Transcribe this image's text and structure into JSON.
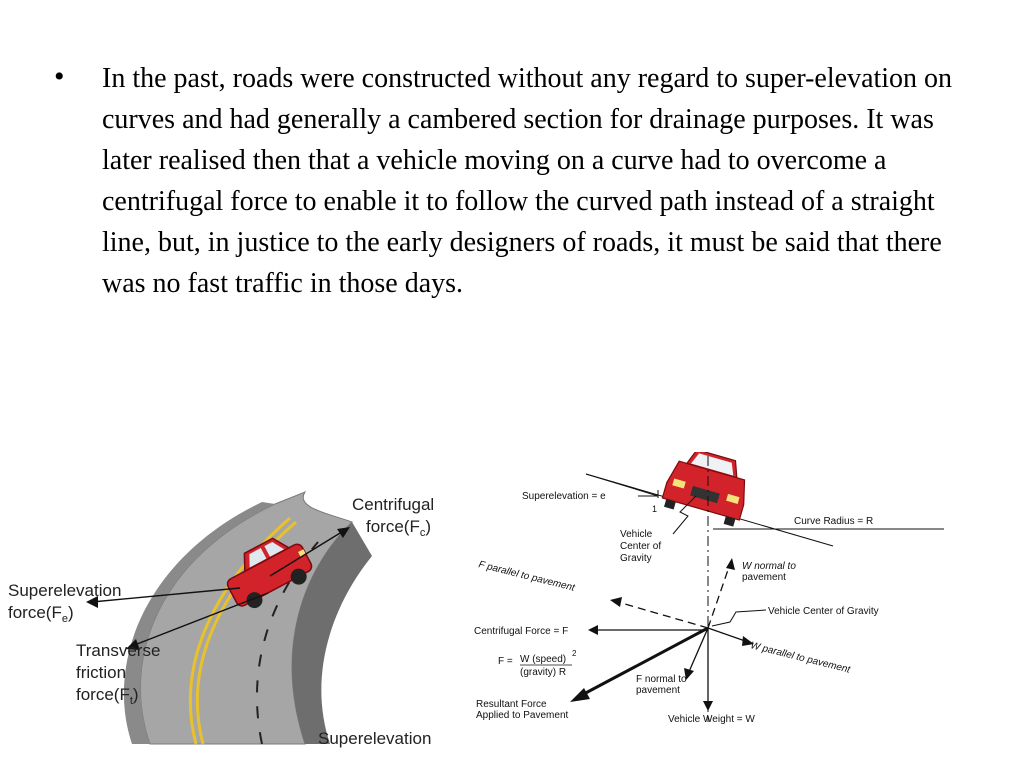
{
  "slide": {
    "bullet_symbol": "•",
    "bullet_text": "In the past, roads were constructed without any regard to super-elevation on curves and had generally a cambered section for drainage purposes. It was later realised then that a vehicle moving on a curve had to overcome a centrifugal force to enable it to follow the curved path instead of a straight line, but, in justice to the early designers of roads, it must be said that there was no fast traffic in those days."
  },
  "left_figure": {
    "centrifugal_label": "Centrifugal",
    "centrifugal_label_2": "force(F",
    "centrifugal_sub": "c",
    "superelevation_force_label": "Superelevation",
    "superelevation_force_label_2": "force(F",
    "superelevation_force_sub": "e",
    "friction_label_1": "Transverse",
    "friction_label_2": "friction",
    "friction_label_3": "force(F",
    "friction_sub": "t",
    "superelevation_bottom": "Superelevation",
    "colors": {
      "road": "#a6a6a6",
      "road_edge": "#6e6e6e",
      "lane_line": "#e8c22a",
      "car": "#d2232a"
    }
  },
  "right_figure": {
    "superelevation_label": "Superelevation = e",
    "one_label": "1",
    "curve_radius_label": "Curve Radius = R",
    "vcg_label_1": "Vehicle",
    "vcg_label_2": "Center of",
    "vcg_label_3": "Gravity",
    "f_parallel_label": "F parallel to pavement",
    "w_normal_label_1": "W normal to",
    "w_normal_label_2": "pavement",
    "vcg_label_right": "Vehicle Center of Gravity",
    "centrifugal_force_label": "Centrifugal Force = F",
    "formula_left": "F =",
    "formula_num": "W (speed)",
    "formula_exp": "2",
    "formula_den": "(gravity) R",
    "w_parallel_label": "W parallel to pavement",
    "f_normal_label_1": "F normal to",
    "f_normal_label_2": "pavement",
    "resultant_label_1": "Resultant Force",
    "resultant_label_2": "Applied to Pavement",
    "vehicle_weight_label": "Vehicle Weight = W",
    "colors": {
      "car": "#d2232a",
      "line": "#000000"
    }
  }
}
